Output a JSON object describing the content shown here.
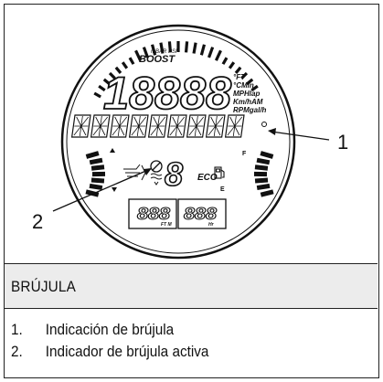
{
  "figure": {
    "gauge": {
      "boost_unit": "mBAR PSI",
      "boost_label": "BOOST",
      "main_digits": "18888",
      "units": [
        "°FT",
        "°CMin",
        "MPHlap",
        "Km/hAM",
        "RPMgal/h"
      ],
      "alpha_segments": "#########",
      "gear_char": "8",
      "eco_label": "ECO",
      "fuel_full": "F",
      "fuel_empty": "E",
      "trim_left_digits": "888",
      "trim_left_unit": "FT M",
      "trim_right_digits": "888",
      "trim_right_unit": "Hr"
    },
    "callouts": [
      {
        "number": "1"
      },
      {
        "number": "2"
      }
    ]
  },
  "caption": "BRÚJULA",
  "legend": [
    {
      "number": "1.",
      "text": "Indicación de brújula"
    },
    {
      "number": "2.",
      "text": "Indicador de brújula activa"
    }
  ]
}
